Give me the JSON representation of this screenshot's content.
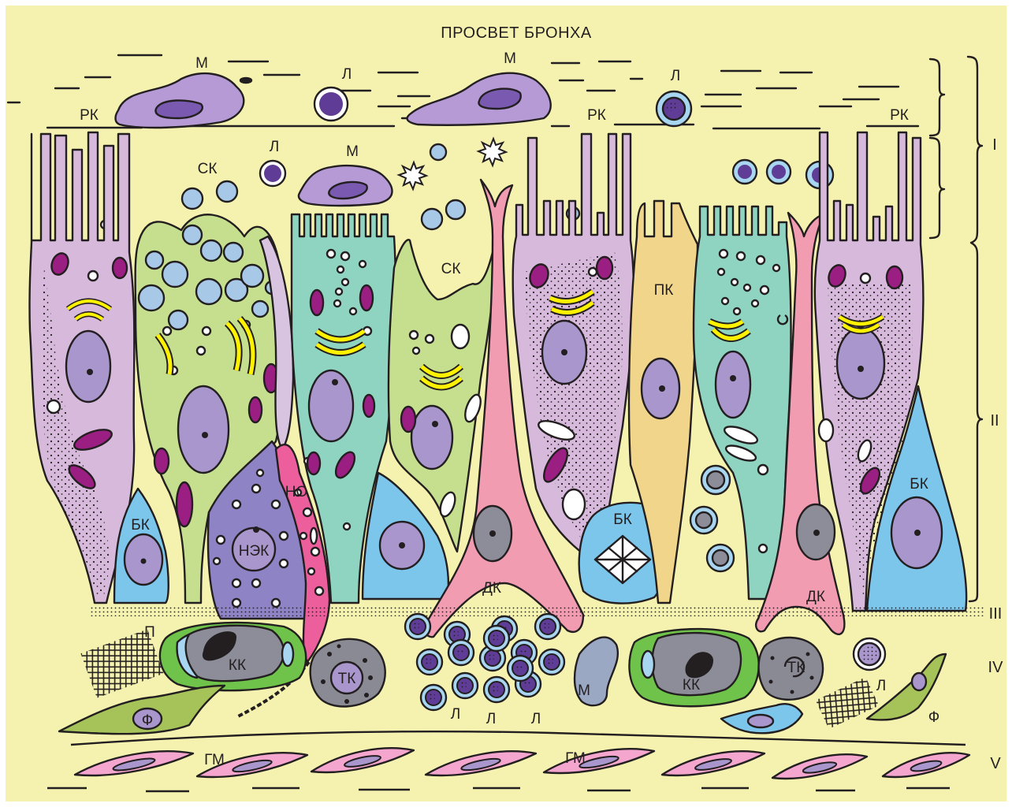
{
  "title": "ПРОСВЕТ БРОНХА",
  "labels": {
    "rk": "РК",
    "m": "М",
    "l": "Л",
    "sk": "СК",
    "pk": "ПК",
    "bk": "БК",
    "nek": "НЭК",
    "no": "НО",
    "dk": "ДК",
    "kk": "КК",
    "tk": "ТК",
    "p": "П",
    "f": "Ф",
    "gm": "ГМ"
  },
  "layers": [
    "I",
    "II",
    "III",
    "IV",
    "V"
  ],
  "colors": {
    "background": "#f5f2b0",
    "ciliated": "#d7b9dc",
    "secretory": "#c5df8f",
    "club": "#8fd4c0",
    "basal": "#7cc6ec",
    "brush": "#f0d58a",
    "dendritic": "#f29cb2",
    "neuroendocrine": "#8e83c4",
    "nucleus": "#a896cc",
    "mitochondria": "#9b1f82",
    "golgi": "#fff200",
    "granule": "#a8c8e8",
    "lymphocyte": "#5f3c96",
    "mast": "#6fc24a",
    "mast_inner": "#8d8d99",
    "tissue_basophil": "#8a8a94",
    "fibroblast": "#a6c35a",
    "smooth_muscle": "#f4a6cf"
  }
}
